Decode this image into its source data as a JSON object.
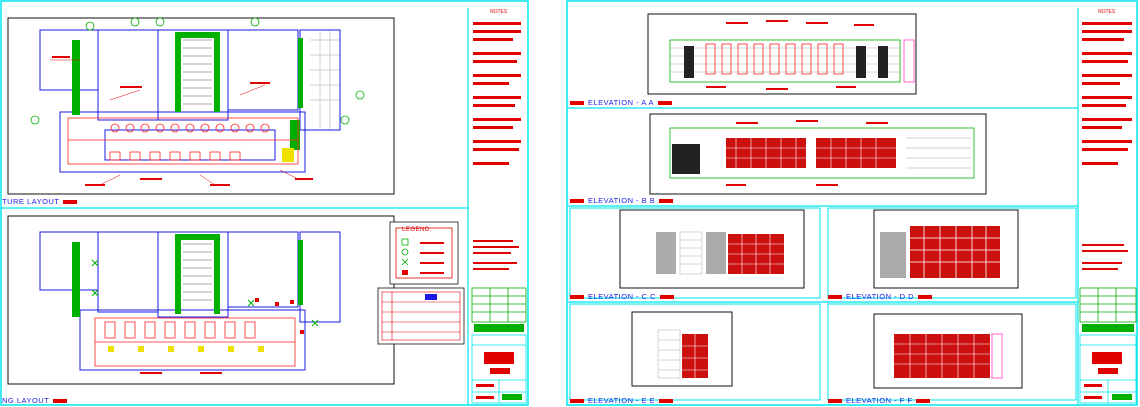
{
  "sheets": [
    {
      "id": "left",
      "notes_heading": "NOTES",
      "views": [
        {
          "title": "FIXTURE LAYOUT",
          "visible_title": "TURE LAYOUT"
        },
        {
          "title": "LIGHTING LAYOUT",
          "visible_title": "NG LAYOUT"
        }
      ],
      "legend_heading": "LEGEND:"
    },
    {
      "id": "right",
      "notes_heading": "NOTES",
      "views": [
        {
          "title": "ELEVATION - A A"
        },
        {
          "title": "ELEVATION - B B"
        },
        {
          "title": "ELEVATION - C C"
        },
        {
          "title": "ELEVATION - D D"
        },
        {
          "title": "ELEVATION - E E"
        },
        {
          "title": "ELEVATION - F F"
        }
      ]
    }
  ],
  "colors": {
    "frame": "#00e5ee",
    "wall": "#1a1ae6",
    "annotation": "#e00000",
    "fixture": "#ff2020",
    "green": "#00b000",
    "yellow": "#f0e000",
    "pink": "#ff66cc"
  }
}
